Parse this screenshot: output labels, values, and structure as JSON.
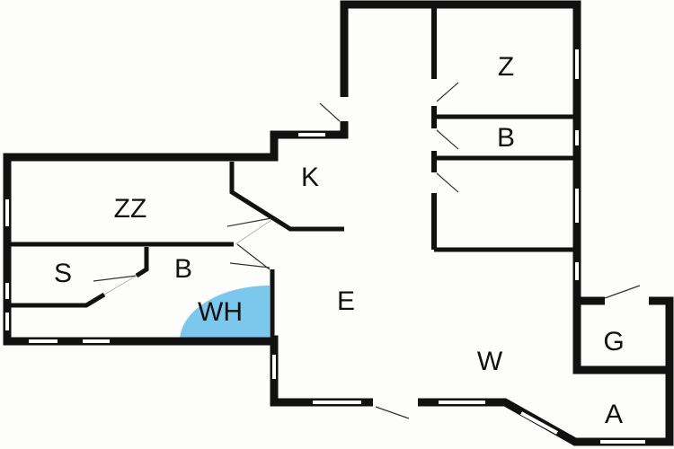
{
  "rooms": [
    {
      "id": "z",
      "label": "Z"
    },
    {
      "id": "b-upper",
      "label": "B"
    },
    {
      "id": "k",
      "label": "K"
    },
    {
      "id": "zz",
      "label": "ZZ"
    },
    {
      "id": "s",
      "label": "S"
    },
    {
      "id": "b-lower",
      "label": "B"
    },
    {
      "id": "wh",
      "label": "WH"
    },
    {
      "id": "e",
      "label": "E"
    },
    {
      "id": "w",
      "label": "W"
    },
    {
      "id": "g",
      "label": "G"
    },
    {
      "id": "a",
      "label": "A"
    }
  ],
  "colors": {
    "wall": "#111111",
    "window": "#ffffff",
    "wh_fill": "#7cc8ec",
    "background": "#fdfdfb"
  }
}
